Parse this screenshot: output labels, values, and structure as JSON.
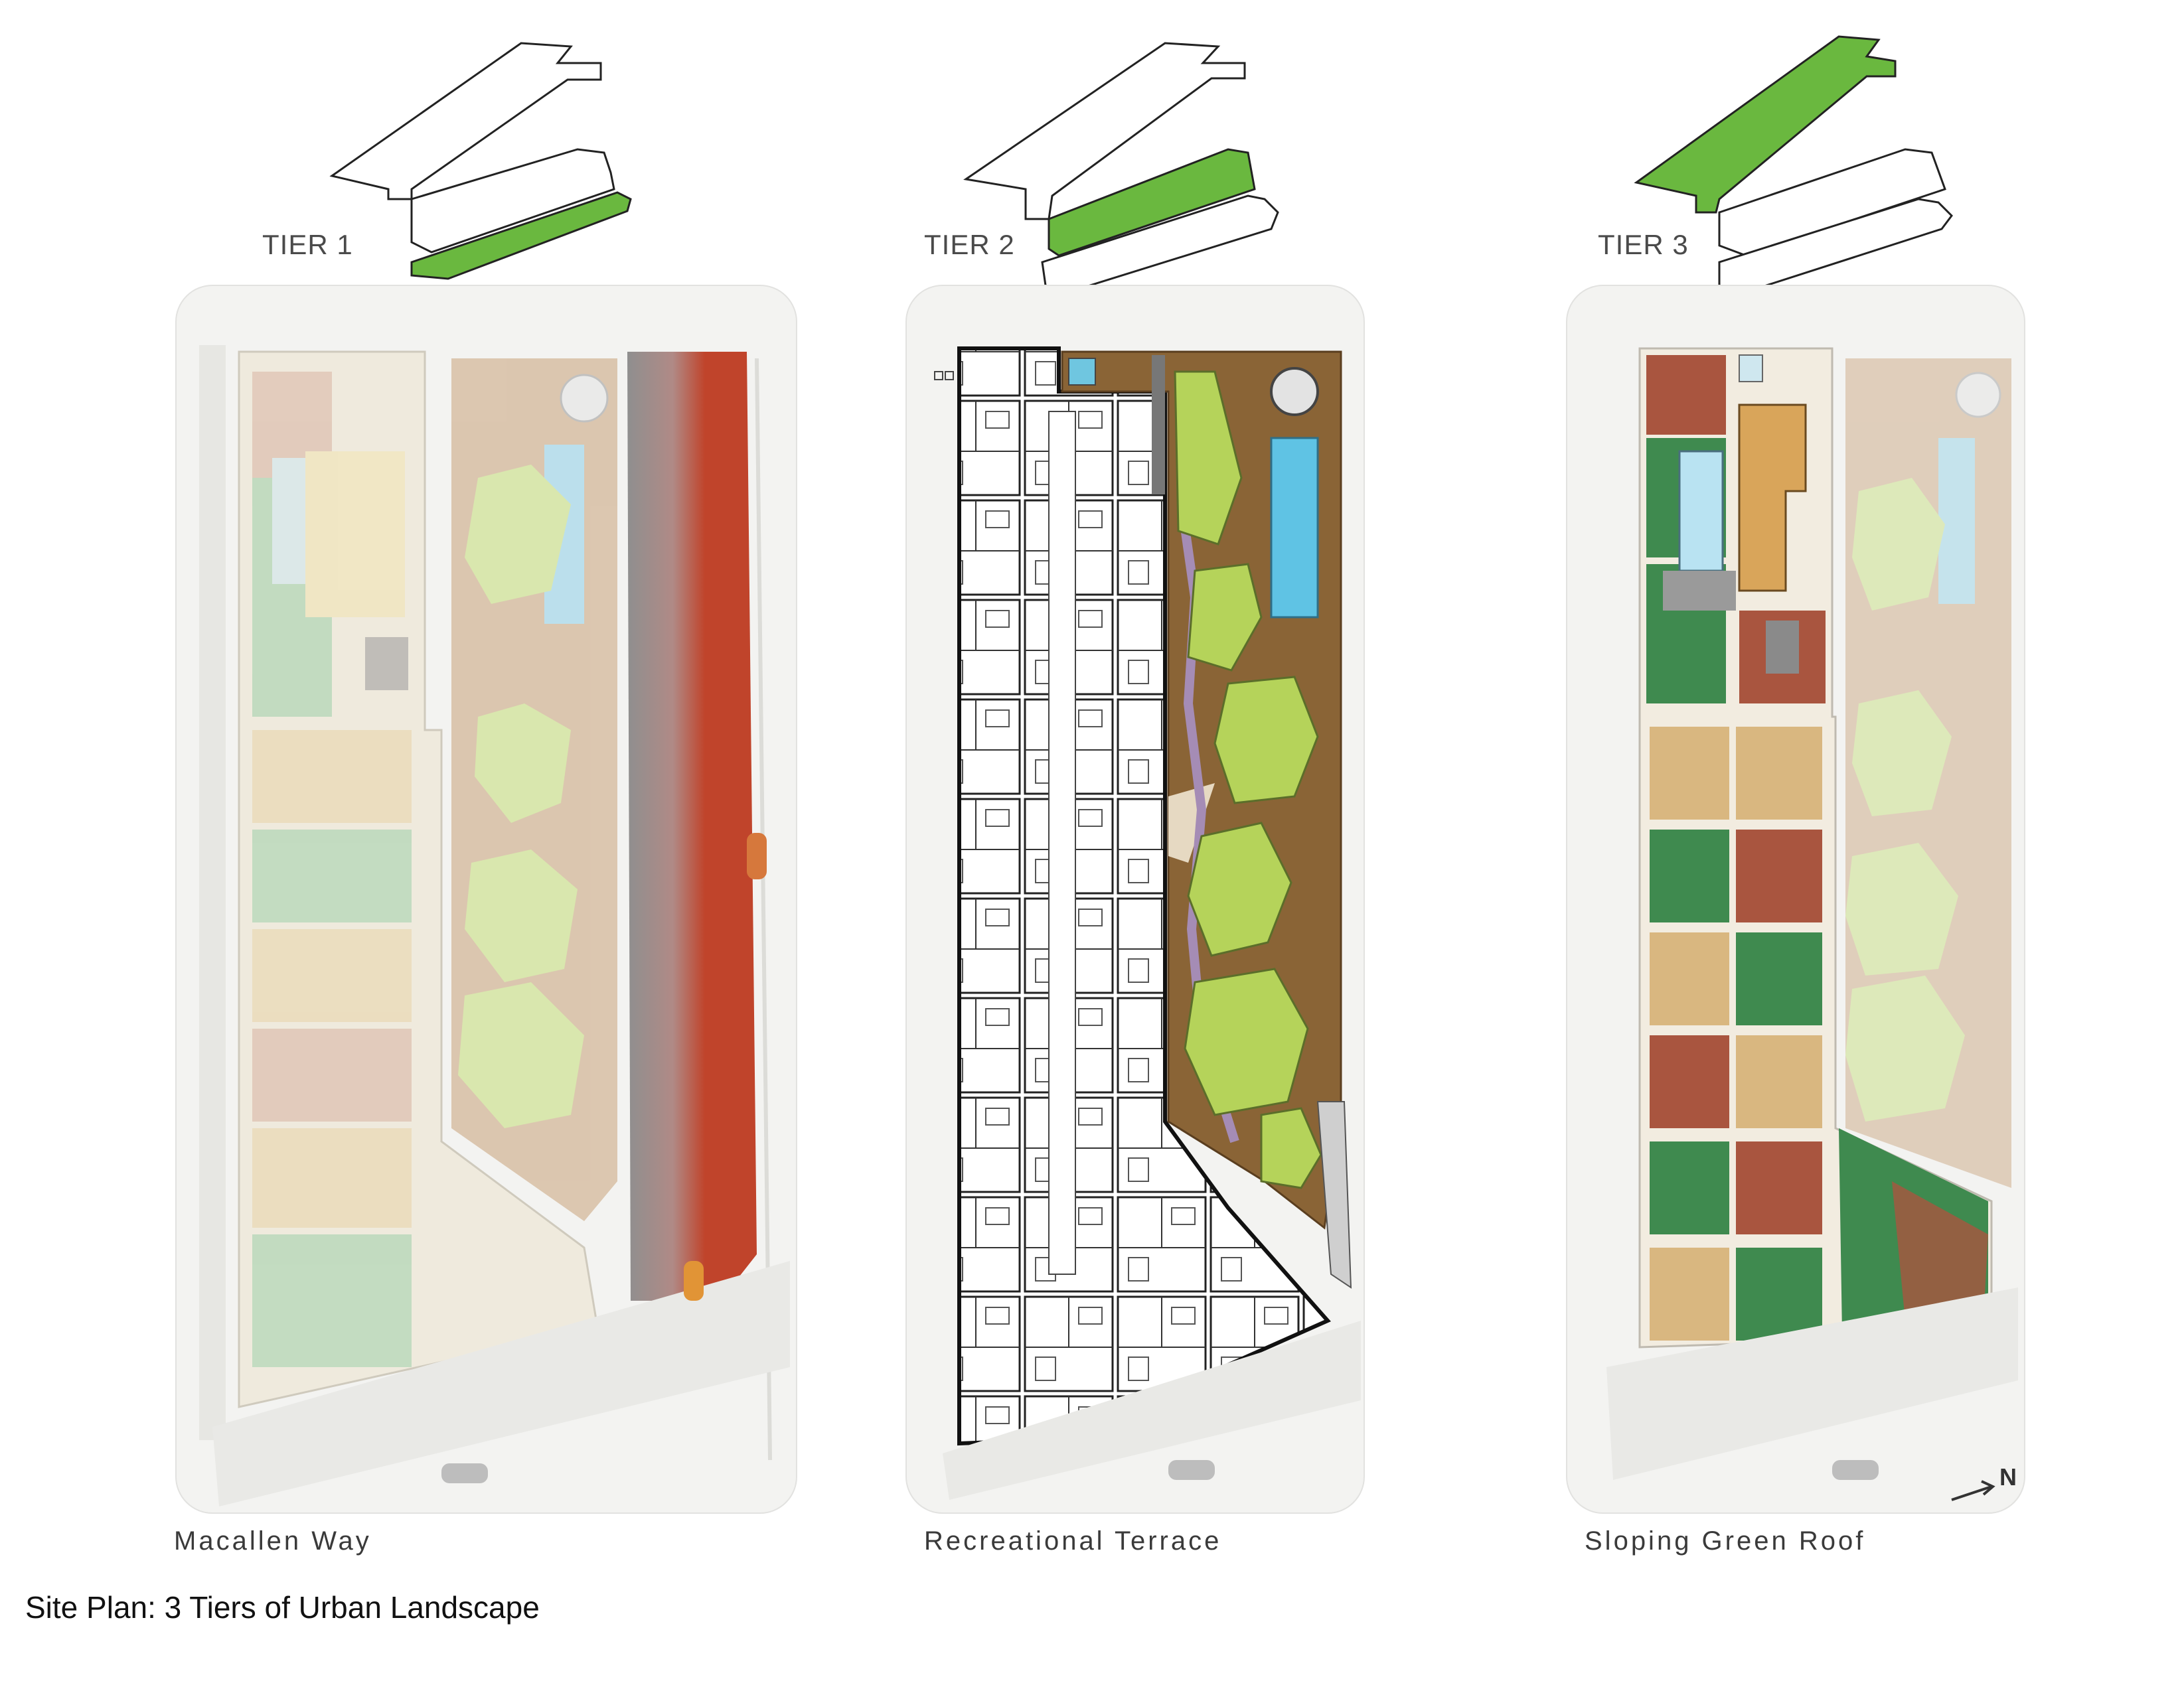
{
  "figure": {
    "caption": "Site Plan: 3 Tiers of Urban Landscape",
    "north_label": "N"
  },
  "tiers": [
    {
      "label": "TIER 1",
      "plan_caption": "Macallen Way"
    },
    {
      "label": "TIER 2",
      "plan_caption": "Recreational Terrace"
    },
    {
      "label": "TIER 3",
      "plan_caption": "Sloping Green Roof"
    }
  ],
  "colors": {
    "tier_highlight": "#6ab83f",
    "paving_red": "#c0442b",
    "deck_brown": "#8a6436",
    "planting_green": "#b5d35a",
    "pool_blue": "#5fc3e4",
    "roof_green": "#3f8a4f",
    "roof_tan": "#d9b780",
    "purple_edge": "#a58cb5"
  }
}
